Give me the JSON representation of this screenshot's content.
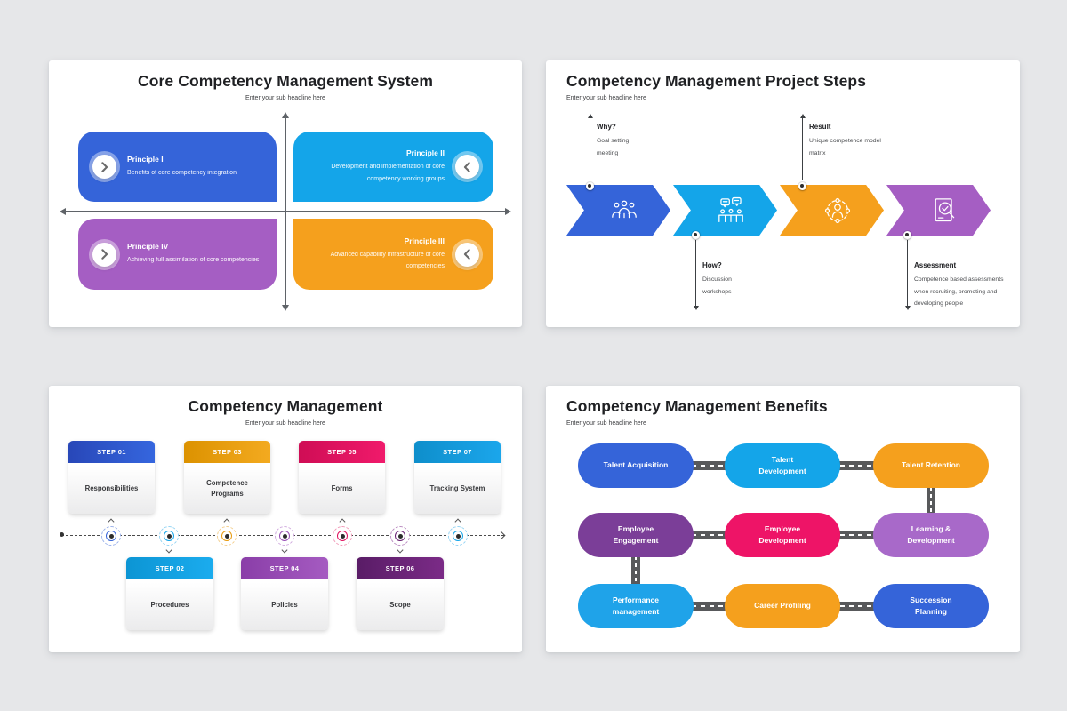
{
  "canvas": {
    "background": "#E6E7E9"
  },
  "quadrant_slide": {
    "title": "Core Competency Management System",
    "subtitle": "Enter your sub headline here",
    "items": [
      {
        "label": "Principle I",
        "desc": "Benefits of core competency integration",
        "color": "#3564D9",
        "arrow": "right"
      },
      {
        "label": "Principle II",
        "desc": "Development and implementation of core competency working groups",
        "color": "#14A5E9",
        "arrow": "left"
      },
      {
        "label": "Principle III",
        "desc": "Advanced capability infrastructure of core competencies",
        "color": "#F5A01D",
        "arrow": "left"
      },
      {
        "label": "Principle IV",
        "desc": "Achieving full assimilation of core competencies",
        "color": "#A55EC3",
        "arrow": "right"
      }
    ]
  },
  "project_steps_slide": {
    "title": "Competency Management Project Steps",
    "subtitle": "Enter your sub headline here",
    "chevrons": [
      {
        "icon": "meeting-icon",
        "color": "#3564D9"
      },
      {
        "icon": "workshop-icon",
        "color": "#14A5E9"
      },
      {
        "icon": "person-network-icon",
        "color": "#F5A01D"
      },
      {
        "icon": "assessment-report-icon",
        "color": "#A55EC3"
      }
    ],
    "callouts": [
      {
        "label": "Why?",
        "desc": "Goal setting meeting",
        "position": "top"
      },
      {
        "label": "Result",
        "desc": "Unique competence model matrix",
        "position": "top"
      },
      {
        "label": "How?",
        "desc": "Discussion workshops",
        "position": "bottom"
      },
      {
        "label": "Assessment",
        "desc": "Competence based assessments when recruiting, promoting and developing people",
        "position": "bottom"
      }
    ]
  },
  "timeline_slide": {
    "title": "Competency Management",
    "subtitle": "Enter your sub headline here",
    "steps": [
      {
        "step": "STEP 01",
        "label": "Responsibilities",
        "color": "#2E56C9",
        "row": "top"
      },
      {
        "step": "STEP 02",
        "label": "Procedures",
        "color": "#12A2E2",
        "row": "bottom"
      },
      {
        "step": "STEP 03",
        "label": "Competence Programs",
        "color": "#E89B10",
        "row": "top"
      },
      {
        "step": "STEP 04",
        "label": "Policies",
        "color": "#9950B6",
        "row": "bottom"
      },
      {
        "step": "STEP 05",
        "label": "Forms",
        "color": "#E0115E",
        "row": "top"
      },
      {
        "step": "STEP 06",
        "label": "Scope",
        "color": "#6B2376",
        "row": "bottom"
      },
      {
        "step": "STEP 07",
        "label": "Tracking System",
        "color": "#159CDC",
        "row": "top"
      }
    ]
  },
  "benefits_slide": {
    "title": "Competency Management Benefits",
    "subtitle": "Enter your sub headline here",
    "nodes": [
      {
        "label": "Talent Acquisition",
        "color": "#3564D9"
      },
      {
        "label": "Talent Development",
        "color": "#14A5E9"
      },
      {
        "label": "Talent Retention",
        "color": "#F5A01D"
      },
      {
        "label": "Employee Engagement",
        "color": "#7B3E98"
      },
      {
        "label": "Employee Development",
        "color": "#EE1467"
      },
      {
        "label": "Learning & Development",
        "color": "#A869C9"
      },
      {
        "label": "Performance management",
        "color": "#1FA3E9"
      },
      {
        "label": "Career Profiling",
        "color": "#F5A01D"
      },
      {
        "label": "Succession Planning",
        "color": "#3564D9"
      }
    ]
  }
}
